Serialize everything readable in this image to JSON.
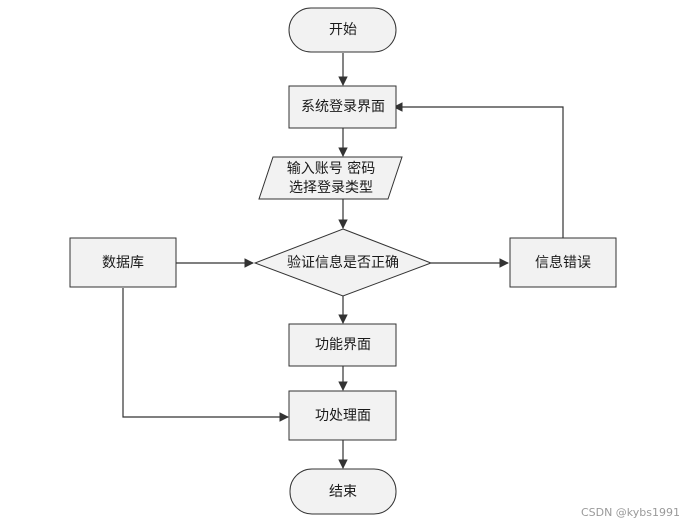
{
  "nodes": {
    "start": "开始",
    "login": "系统登录界面",
    "input_line1": "输入账号 密码",
    "input_line2": "选择登录类型",
    "database": "数据库",
    "verify": "验证信息是否正确",
    "error": "信息错误",
    "function": "功能界面",
    "process": "功处理面",
    "end": "结束"
  },
  "watermark": "CSDN @kybs1991",
  "colors": {
    "node_fill": "#f2f2f2",
    "stroke": "#333333",
    "text": "#1a1a1a"
  }
}
